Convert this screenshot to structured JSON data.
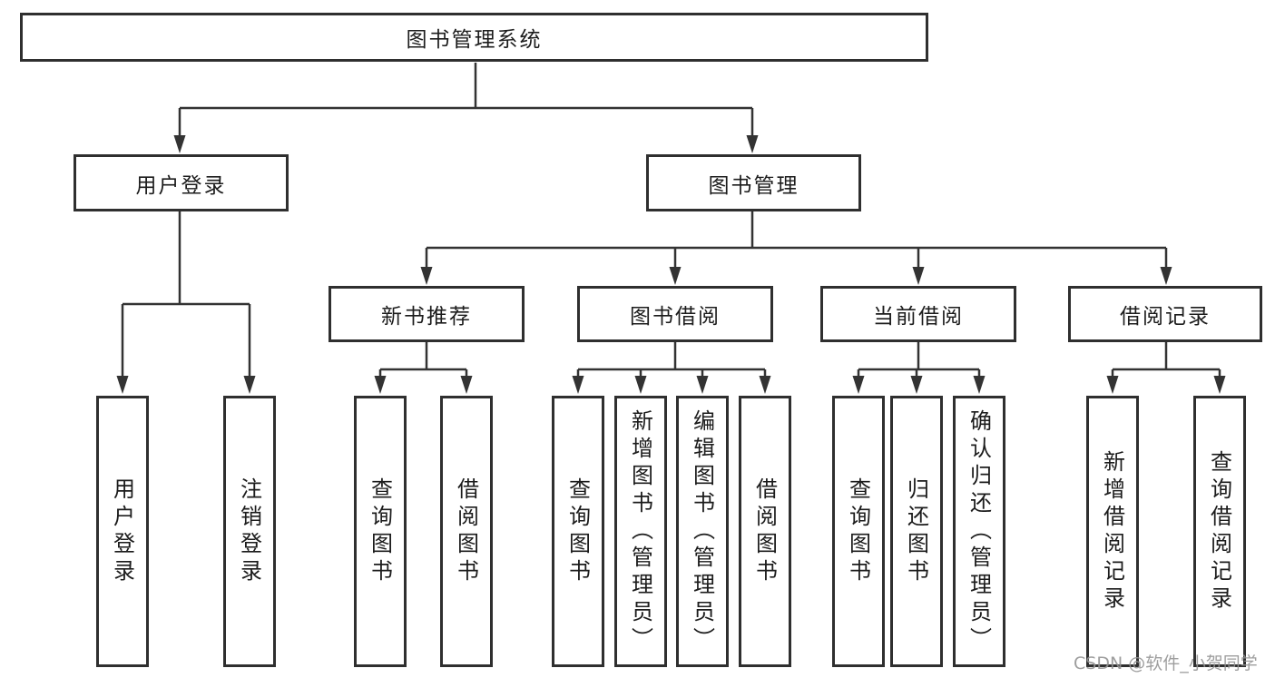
{
  "diagram": {
    "root": {
      "label": "图书管理系统"
    },
    "level2": {
      "user_login": {
        "label": "用户登录"
      },
      "book_mgmt": {
        "label": "图书管理"
      }
    },
    "level3": {
      "new_book_rec": {
        "label": "新书推荐"
      },
      "book_borrow": {
        "label": "图书借阅"
      },
      "current_borrow": {
        "label": "当前借阅"
      },
      "borrow_record": {
        "label": "借阅记录"
      }
    },
    "leaves": {
      "user_login": {
        "label": "用户登录"
      },
      "logout": {
        "label": "注销登录"
      },
      "query_book_newrec": {
        "label": "查询图书"
      },
      "borrow_book_newrec": {
        "label": "借阅图书"
      },
      "query_book_borrow": {
        "label": "查询图书"
      },
      "add_book": {
        "label": "新增图书（管理员）"
      },
      "edit_book": {
        "label": "编辑图书（管理员）"
      },
      "borrow_book_borrow": {
        "label": "借阅图书"
      },
      "query_book_current": {
        "label": "查询图书"
      },
      "return_book": {
        "label": "归还图书"
      },
      "confirm_return": {
        "label": "确认归还（管理员）"
      },
      "add_borrow_record": {
        "label": "新增借阅记录"
      },
      "query_borrow_record": {
        "label": "查询借阅记录"
      }
    }
  },
  "watermark": {
    "text": "CSDN @软件_小贺同学"
  },
  "colors": {
    "line": "#333333",
    "box_border": "#2f2f2f",
    "text": "#1c1c1c",
    "watermark": "#949494",
    "background": "#ffffff"
  }
}
